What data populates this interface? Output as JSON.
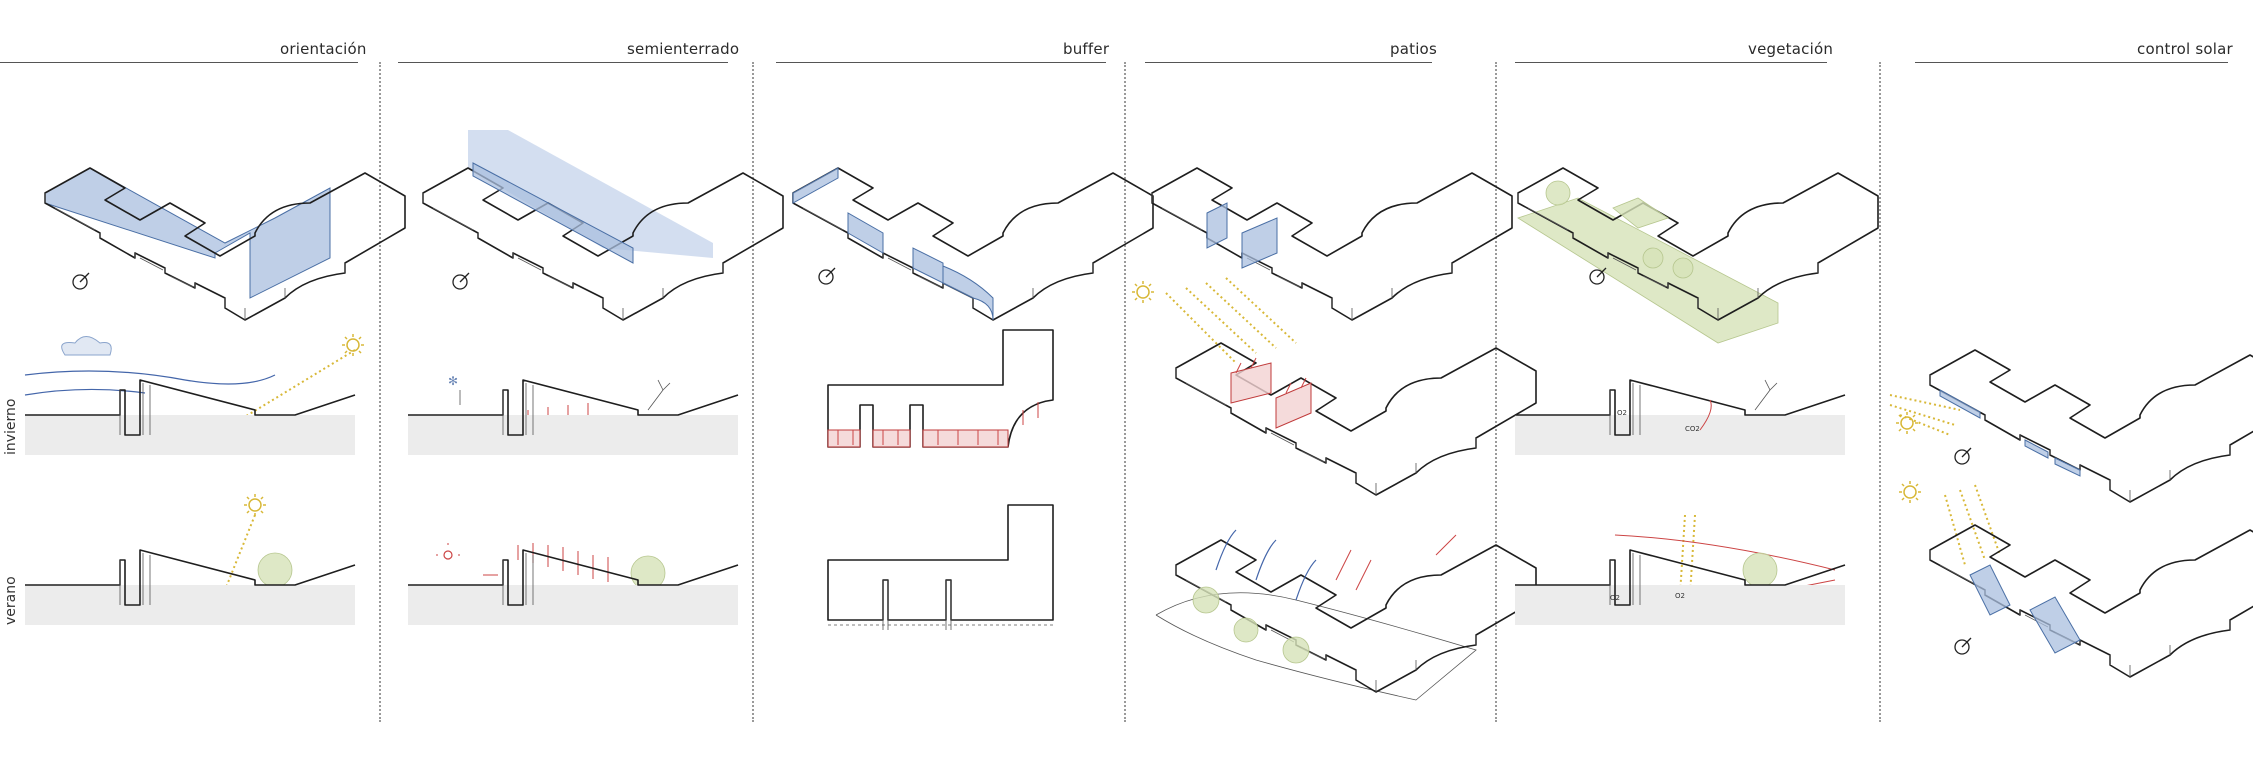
{
  "panels": [
    {
      "id": "orientacion",
      "title": "orientación"
    },
    {
      "id": "semienterrado",
      "title": "semienterrado"
    },
    {
      "id": "buffer",
      "title": "buffer"
    },
    {
      "id": "patios",
      "title": "patios"
    },
    {
      "id": "vegetacion",
      "title": "vegetación"
    },
    {
      "id": "control_solar",
      "title": "control solar"
    }
  ],
  "row_labels": {
    "winter": "invierno",
    "summer": "verano"
  },
  "colors": {
    "accent_blue": "#a9bfdf",
    "sun_yellow": "#d8b838",
    "heat_red": "#c03b3b",
    "vegetation_green": "#d6e2b8",
    "ground_grey": "#ececec"
  }
}
